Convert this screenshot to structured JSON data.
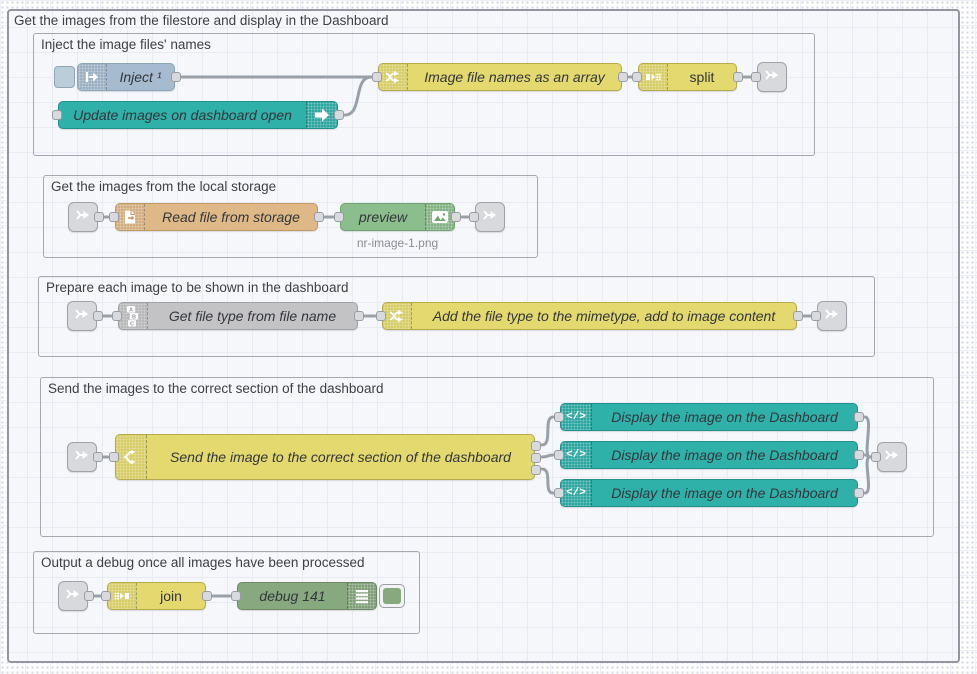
{
  "outer_group": {
    "title": "Get the images from the filestore and display in the Dashboard"
  },
  "groups": {
    "inject": {
      "title": "Inject the image files' names",
      "nodes": {
        "inject": {
          "label": "Inject ¹"
        },
        "update": {
          "label": "Update images on dashboard open"
        },
        "change": {
          "label": "Image file names as an array"
        },
        "split": {
          "label": "split"
        }
      }
    },
    "storage": {
      "title": "Get the images from the local storage",
      "nodes": {
        "read_file": {
          "label": "Read file from storage"
        },
        "preview": {
          "label": "preview",
          "status": "nr-image-1.png"
        }
      }
    },
    "prepare": {
      "title": "Prepare each image to be shown in the dashboard",
      "nodes": {
        "file_type": {
          "label": "Get file type from file name"
        },
        "change": {
          "label": "Add the file type to the mimetype, add to image content"
        }
      }
    },
    "send": {
      "title": "Send the images to the correct section of the dashboard",
      "nodes": {
        "switch": {
          "label": "Send the image to the correct section of the dashboard"
        },
        "display_1": {
          "label": "Display the image on the Dashboard"
        },
        "display_2": {
          "label": "Display the image on the Dashboard"
        },
        "display_3": {
          "label": "Display the image on the Dashboard"
        }
      }
    },
    "debug": {
      "title": "Output a debug once all images have been processed",
      "nodes": {
        "join": {
          "label": "join"
        },
        "debug": {
          "label": "debug 141"
        }
      }
    }
  },
  "icons": {
    "template_code": "</>"
  },
  "colors": {
    "inject": "#a6bbcf",
    "teal": "#2fb0a9",
    "yellow": "#e3d96e",
    "file": "#deb887",
    "gray": "#c3c3c5",
    "preview_green": "#8cbd8c",
    "debug_green": "#87a980",
    "link": "#d8d9dc",
    "wire": "#9aa0a8",
    "group_fill": "#f6f7fb",
    "group_border": "#94969f"
  }
}
